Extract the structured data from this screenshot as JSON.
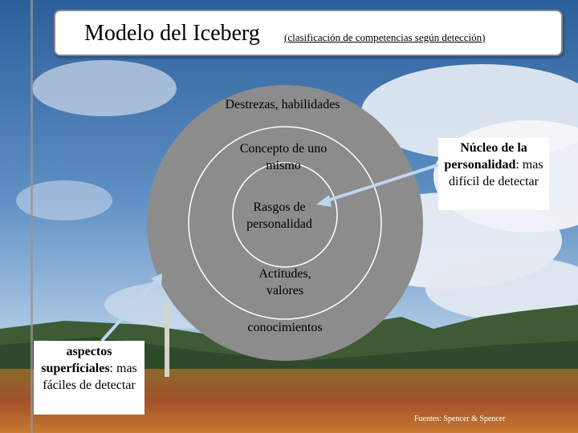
{
  "title": {
    "main": "Modelo del Iceberg",
    "subtitle": "(clasificación de competencias según detección)"
  },
  "diagram": {
    "outer_top_label": "Destrezas, habilidades",
    "middle_label": "Concepto de uno mismo",
    "inner_label": "Rasgos de personalidad",
    "attitudes_label": "Actitudes, valores",
    "knowledge_label": "conocimientos"
  },
  "callouts": {
    "core": {
      "bold": "Núcleo de la personalidad",
      "rest": ": mas difícil de detectar"
    },
    "surface": {
      "bold": "aspectos superficiales",
      "rest": ": mas fáciles de detectar"
    }
  },
  "source": "Fuentes: Spencer & Spencer",
  "colors": {
    "outer_disc": "#8c8c8c",
    "rings": "#ffffff",
    "callout_bg": "#ffffff",
    "arrow": "#bcd6f0"
  }
}
